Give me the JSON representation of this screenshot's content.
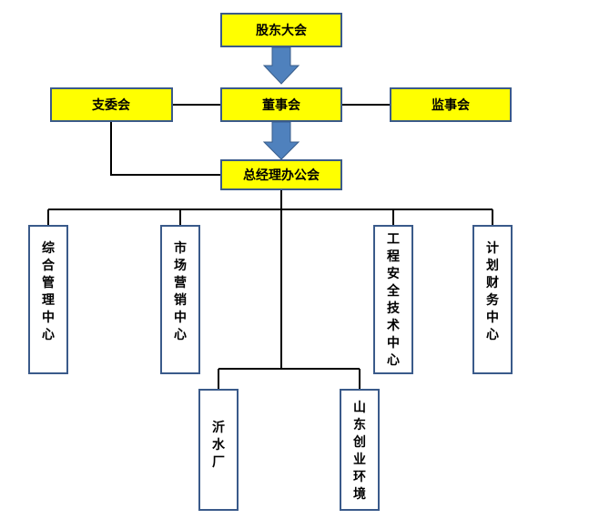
{
  "colors": {
    "top_box_fill": "#ffff00",
    "top_box_border": "#3a5a8a",
    "dept_box_fill": "#ffffff",
    "dept_box_border": "#3a5a8a",
    "arrow_fill": "#4f81bd",
    "arrow_border": "#385d8a",
    "connector": "#000000"
  },
  "org": {
    "shareholders": "股东大会",
    "board": "董事会",
    "party_committee": "支委会",
    "supervisory_board": "监事会",
    "general_manager_office": "总经理办公会",
    "departments": [
      "综合管理中心",
      "市场营销中心",
      "工程安全技术中心",
      "计划财务中心"
    ],
    "subsidiaries": [
      "沂水厂",
      "山东创业环境"
    ]
  }
}
